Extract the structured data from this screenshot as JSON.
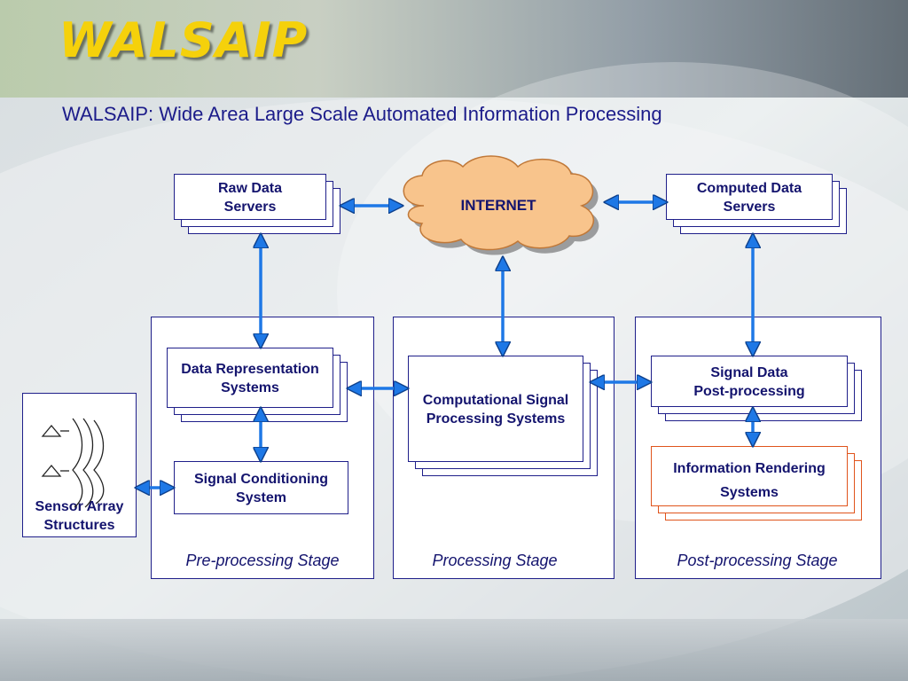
{
  "slide": {
    "title": "WALSAIP",
    "subtitle": "WALSAIP: Wide Area Large Scale Automated Information Processing"
  },
  "diagram": {
    "nodes": {
      "raw_data_servers": "Raw Data\nServers",
      "internet": "INTERNET",
      "computed_data_servers": "Computed Data\nServers",
      "data_representation": "Data Representation\nSystems",
      "signal_conditioning": "Signal Conditioning\nSystem",
      "computational_signal": "Computational Signal\nProcessing Systems",
      "signal_postprocessing": "Signal Data\nPost-processing",
      "information_rendering": "Information Rendering\nSystems",
      "sensor_array": "Sensor Array\nStructures"
    },
    "stages": {
      "pre": "Pre-processing Stage",
      "processing": "Processing Stage",
      "post": "Post-processing Stage"
    }
  },
  "colors": {
    "title": "#f5d10b",
    "text": "#14146e",
    "border": "#1f1f8a",
    "arrow": "#1e78e6",
    "cloud": "#f8c48c",
    "highlight_border": "#e0541c"
  }
}
